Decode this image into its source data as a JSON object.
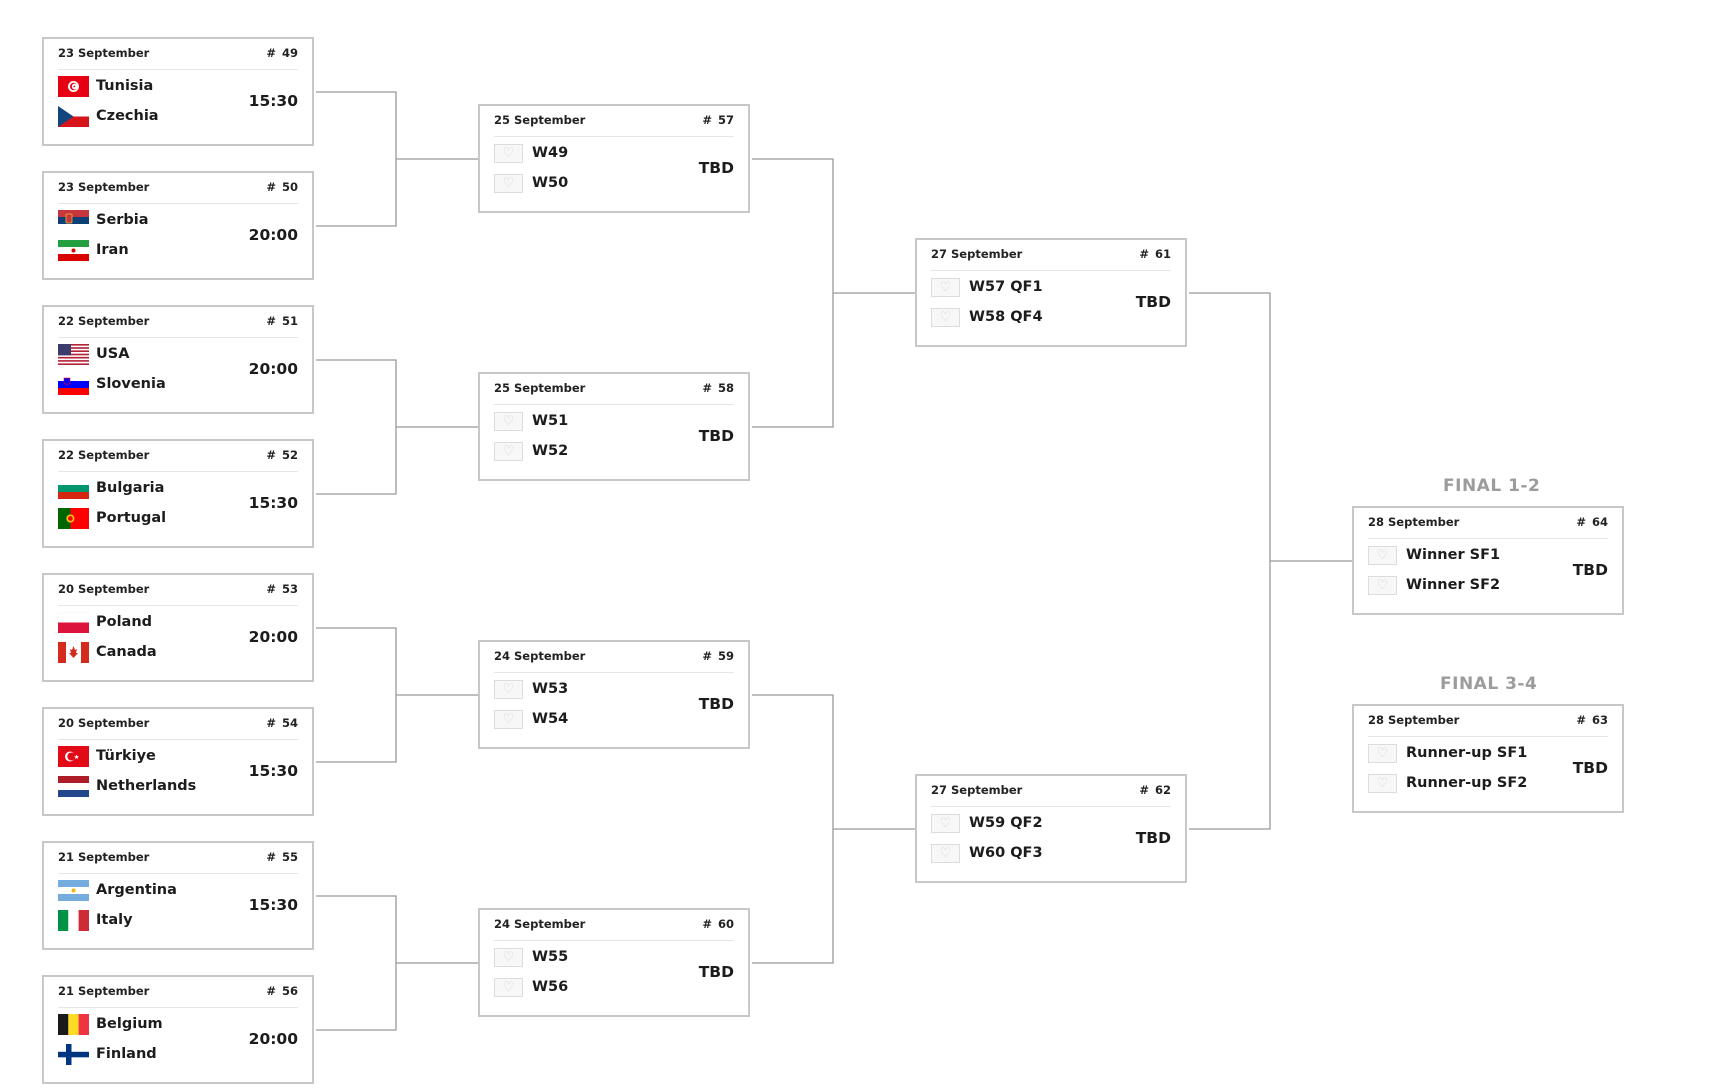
{
  "finals": {
    "final_1_2_label": "FINAL 1-2",
    "final_3_4_label": "FINAL 3-4"
  },
  "placeholder_icon": "♡",
  "matches": {
    "m49": {
      "date": "23 September",
      "number": "# 49",
      "time": "15:30",
      "team1": "Tunisia",
      "team2": "Czechia",
      "flag1": "tunisia-flag",
      "flag2": "czechia-flag"
    },
    "m50": {
      "date": "23 September",
      "number": "# 50",
      "time": "20:00",
      "team1": "Serbia",
      "team2": "Iran",
      "flag1": "serbia-flag",
      "flag2": "iran-flag"
    },
    "m51": {
      "date": "22 September",
      "number": "# 51",
      "time": "20:00",
      "team1": "USA",
      "team2": "Slovenia",
      "flag1": "usa-flag",
      "flag2": "slovenia-flag"
    },
    "m52": {
      "date": "22 September",
      "number": "# 52",
      "time": "15:30",
      "team1": "Bulgaria",
      "team2": "Portugal",
      "flag1": "bulgaria-flag",
      "flag2": "portugal-flag"
    },
    "m53": {
      "date": "20 September",
      "number": "# 53",
      "time": "20:00",
      "team1": "Poland",
      "team2": "Canada",
      "flag1": "poland-flag",
      "flag2": "canada-flag"
    },
    "m54": {
      "date": "20 September",
      "number": "# 54",
      "time": "15:30",
      "team1": "Türkiye",
      "team2": "Netherlands",
      "flag1": "turkiye-flag",
      "flag2": "netherlands-flag"
    },
    "m55": {
      "date": "21 September",
      "number": "# 55",
      "time": "15:30",
      "team1": "Argentina",
      "team2": "Italy",
      "flag1": "argentina-flag",
      "flag2": "italy-flag"
    },
    "m56": {
      "date": "21 September",
      "number": "# 56",
      "time": "20:00",
      "team1": "Belgium",
      "team2": "Finland",
      "flag1": "belgium-flag",
      "flag2": "finland-flag"
    },
    "m57": {
      "date": "25 September",
      "number": "# 57",
      "time": "TBD",
      "team1": "W49",
      "team2": "W50"
    },
    "m58": {
      "date": "25 September",
      "number": "# 58",
      "time": "TBD",
      "team1": "W51",
      "team2": "W52"
    },
    "m59": {
      "date": "24 September",
      "number": "# 59",
      "time": "TBD",
      "team1": "W53",
      "team2": "W54"
    },
    "m60": {
      "date": "24 September",
      "number": "# 60",
      "time": "TBD",
      "team1": "W55",
      "team2": "W56"
    },
    "m61": {
      "date": "27 September",
      "number": "# 61",
      "time": "TBD",
      "team1": "W57 QF1",
      "team2": "W58 QF4"
    },
    "m62": {
      "date": "27 September",
      "number": "# 62",
      "time": "TBD",
      "team1": "W59 QF2",
      "team2": "W60 QF3"
    },
    "m64": {
      "date": "28 September",
      "number": "# 64",
      "time": "TBD",
      "team1": "Winner SF1",
      "team2": "Winner SF2"
    },
    "m63": {
      "date": "28 September",
      "number": "# 63",
      "time": "TBD",
      "team1": "Runner-up SF1",
      "team2": "Runner-up SF2"
    }
  },
  "colors": {
    "border": "#c8c8c8",
    "connector": "#999999",
    "final_label": "#9c9c9c",
    "text": "#1c1c1c"
  }
}
